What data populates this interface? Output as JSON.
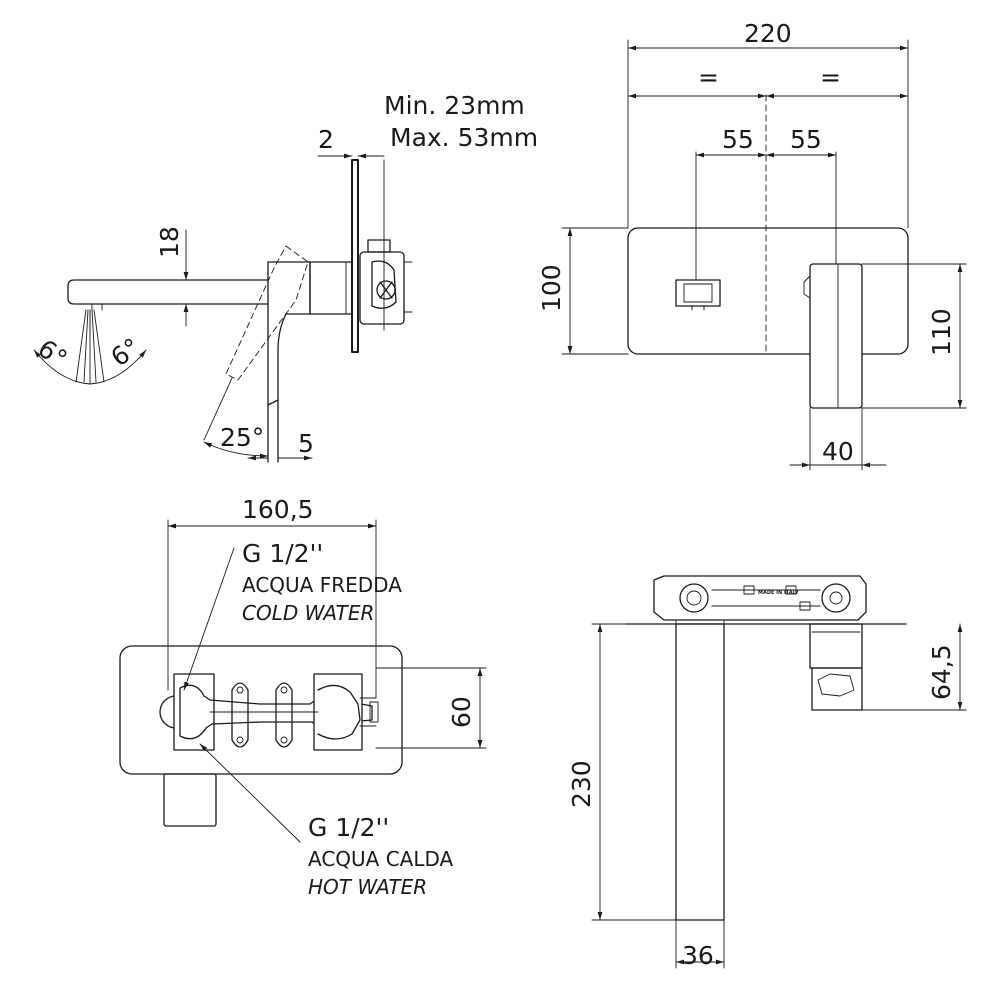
{
  "colors": {
    "line": "#1a1a1a",
    "background": "#ffffff"
  },
  "side_view": {
    "wall_min": "Min. 23mm",
    "wall_max": "Max. 53mm",
    "plate_thickness": "2",
    "spout_height": "18",
    "angle_left": "6°",
    "angle_right": "6°",
    "lever_angle": "25°",
    "lever_offset": "5"
  },
  "front_view": {
    "total_width": "220",
    "half_left": "=",
    "half_right": "=",
    "offset_left": "55",
    "offset_right": "55",
    "plate_height": "100",
    "lever_height": "110",
    "lever_width": "40"
  },
  "top_view": {
    "body_length": "160,5",
    "body_depth": "60",
    "cold_thread": "G 1/2''",
    "cold_label_it": "ACQUA FREDDA",
    "cold_label_en": "COLD WATER",
    "hot_thread": "G 1/2''",
    "hot_label_it": "ACQUA CALDA",
    "hot_label_en": "HOT WATER"
  },
  "rear_view": {
    "spout_length": "230",
    "spout_width": "36",
    "lever_depth": "64,5",
    "body_marking": "MADE IN ITALY"
  }
}
